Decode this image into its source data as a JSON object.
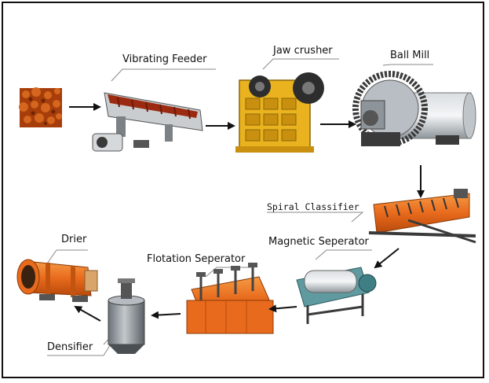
{
  "labels": {
    "vibrating_feeder": "Vibrating Feeder",
    "jaw_crusher": "Jaw crusher",
    "ball_mill": "Ball Mill",
    "spiral_classifier": "Spiral Classifier",
    "magnetic_separator": "Magnetic Seperator",
    "flotation_separator": "Flotation Seperator",
    "drier": "Drier",
    "densifier": "Densifier"
  },
  "colors": {
    "ore": "#b5480e",
    "feeder_body": "#9c2a10",
    "machine_yellow": "#e9b21e",
    "machine_orange": "#e86a1c",
    "steel_grey": "#a9b0b6",
    "frame_dark": "#3a3a3a",
    "magnetic_teal": "#5e9aa0"
  }
}
